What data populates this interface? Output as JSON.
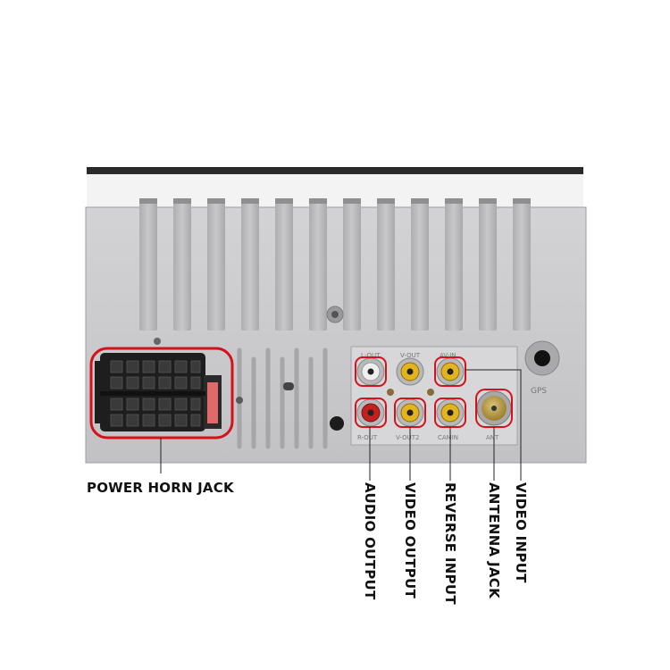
{
  "labels": {
    "power_horn_jack": "POWER HORN JACK",
    "audio_output": "AUDIO OUTPUT",
    "video_output": "VIDEO OUTPUT",
    "reverse_input": "REVERSE INPUT",
    "antenna_jack": "ANTENNA JACK",
    "video_input": "VIDEO INPUT"
  },
  "panel_markings": {
    "gps": "GPS",
    "ant": "ANT",
    "r_out": "R-OUT",
    "l_out": "L-OUT",
    "v_out": "V-OUT",
    "v_out2": "V-OUT2",
    "av_in": "AV-IN",
    "camin": "CAMIN"
  },
  "colors": {
    "highlight": "#d3121b",
    "panel": "#c9c9cb",
    "rca_yellow": "#e2b41f",
    "rca_red": "#c4201f",
    "rca_white": "#efefef"
  }
}
